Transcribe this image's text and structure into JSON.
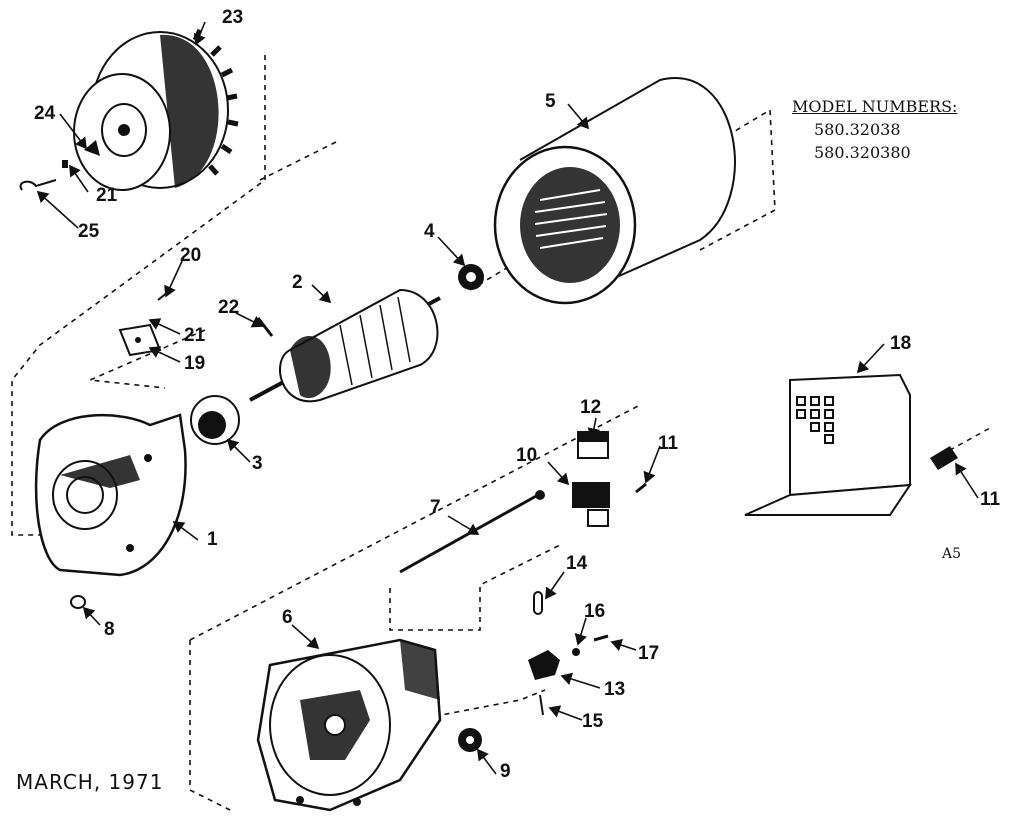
{
  "model_numbers": {
    "title": "MODEL NUMBERS:",
    "numbers": [
      "580.32038",
      "580.320380"
    ]
  },
  "date": "MARCH, 1971",
  "sheet": "A5",
  "callouts": {
    "c1": "1",
    "c2": "2",
    "c3": "3",
    "c4": "4",
    "c5": "5",
    "c6": "6",
    "c7": "7",
    "c8": "8",
    "c9": "9",
    "c10": "10",
    "c11a": "11",
    "c11b": "11",
    "c12": "12",
    "c13": "13",
    "c14": "14",
    "c15": "15",
    "c16": "16",
    "c17": "17",
    "c18": "18",
    "c19": "19",
    "c20": "20",
    "c21a": "21",
    "c21b": "21",
    "c22": "22",
    "c23": "23",
    "c24": "24",
    "c25": "25"
  }
}
